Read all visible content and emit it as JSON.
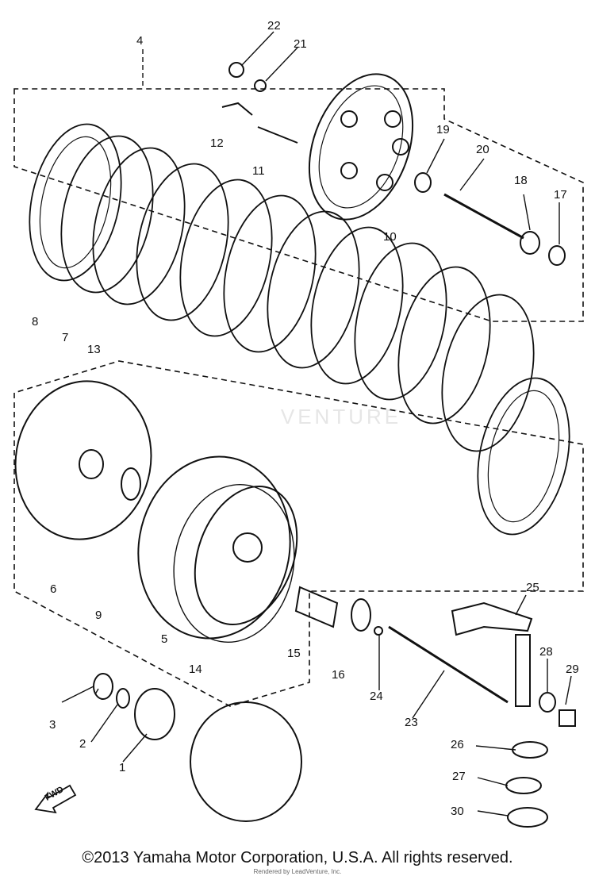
{
  "diagram": {
    "callouts": [
      "1",
      "2",
      "3",
      "4",
      "5",
      "6",
      "7",
      "8",
      "9",
      "10",
      "11",
      "12",
      "13",
      "14",
      "15",
      "16",
      "17",
      "18",
      "19",
      "20",
      "21",
      "22",
      "23",
      "24",
      "25",
      "26",
      "27",
      "28",
      "29",
      "30"
    ],
    "fwd_label": "FWD",
    "watermark": "VENTURE"
  },
  "footer": {
    "copyright": "©2013 Yamaha Motor Corporation, U.S.A. All rights reserved.",
    "credit": "Rendered by LeadVenture, Inc."
  },
  "colors": {
    "ink": "#111111",
    "background": "#ffffff"
  }
}
